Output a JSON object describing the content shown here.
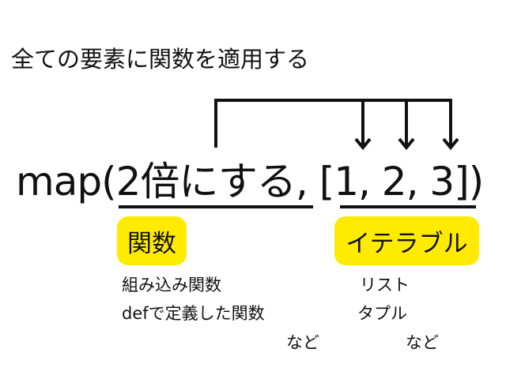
{
  "title": "全ての要素に関数を適用する",
  "code": "map(2倍にする, [1, 2, 3])",
  "function_label": {
    "title": "関数",
    "examples": [
      "組み込み関数",
      "defで定義した関数"
    ],
    "etc": "など"
  },
  "iterable_label": {
    "title": "イテラブル",
    "examples": [
      "リスト",
      "タプル"
    ],
    "etc": "など"
  },
  "colors": {
    "highlight": "#ffeb00",
    "line": "#111111"
  }
}
